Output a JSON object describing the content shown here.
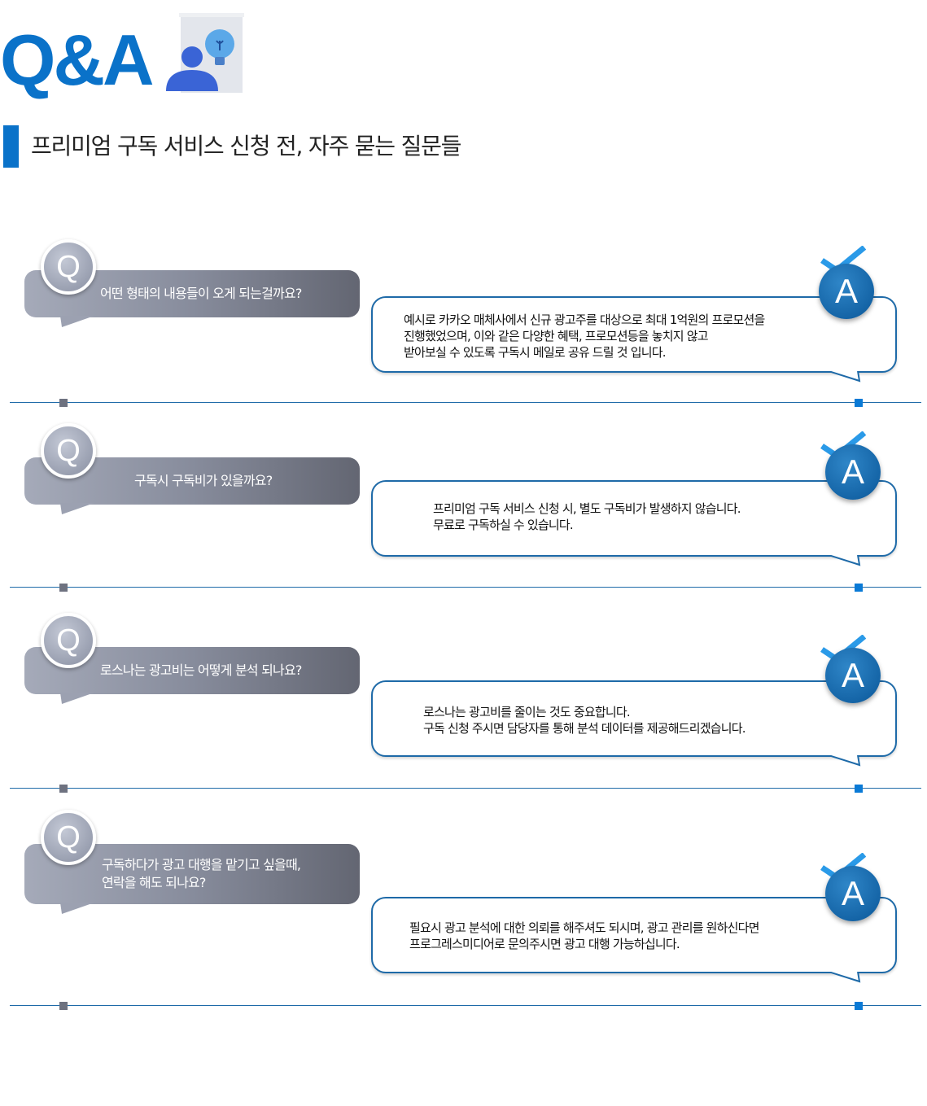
{
  "header": {
    "title": "Q&A",
    "subtitle": "프리미엄 구독 서비스 신청 전, 자주 묻는 질문들"
  },
  "labels": {
    "q_mark": "Q",
    "a_mark": "A"
  },
  "colors": {
    "accent": "#0a72c9",
    "answer_border": "#1e6aa8",
    "question_gray": "#878c9c"
  },
  "faq": [
    {
      "question": [
        "어떤 형태의 내용들이 오게 되는걸까요?"
      ],
      "answer": [
        "예시로 카카오 매체사에서 신규 광고주를 대상으로 최대 1억원의 프로모션을",
        "진행했었으며, 이와 같은 다양한 혜택, 프로모션등을 놓치지 않고",
        "받아보실 수 있도록 구독시 메일로 공유 드릴 것 입니다."
      ]
    },
    {
      "question": [
        "구독시 구독비가 있을까요?"
      ],
      "answer": [
        "프리미엄 구독 서비스 신청 시, 별도 구독비가 발생하지 않습니다.",
        "무료로 구독하실 수 있습니다."
      ]
    },
    {
      "question": [
        "로스나는 광고비는 어떻게 분석 되나요?"
      ],
      "answer": [
        "로스나는 광고비를 줄이는 것도 중요합니다.",
        "구독 신청 주시면 담당자를 통해 분석 데이터를 제공해드리겠습니다."
      ]
    },
    {
      "question": [
        "구독하다가 광고 대행을 맡기고 싶을때,",
        "연락을 해도 되나요?"
      ],
      "answer": [
        "필요시 광고 분석에 대한 의뢰를 해주셔도 되시며, 광고 관리를 원하신다면",
        "프로그레스미디어로 문의주시면 광고 대행 가능하십니다."
      ]
    }
  ]
}
